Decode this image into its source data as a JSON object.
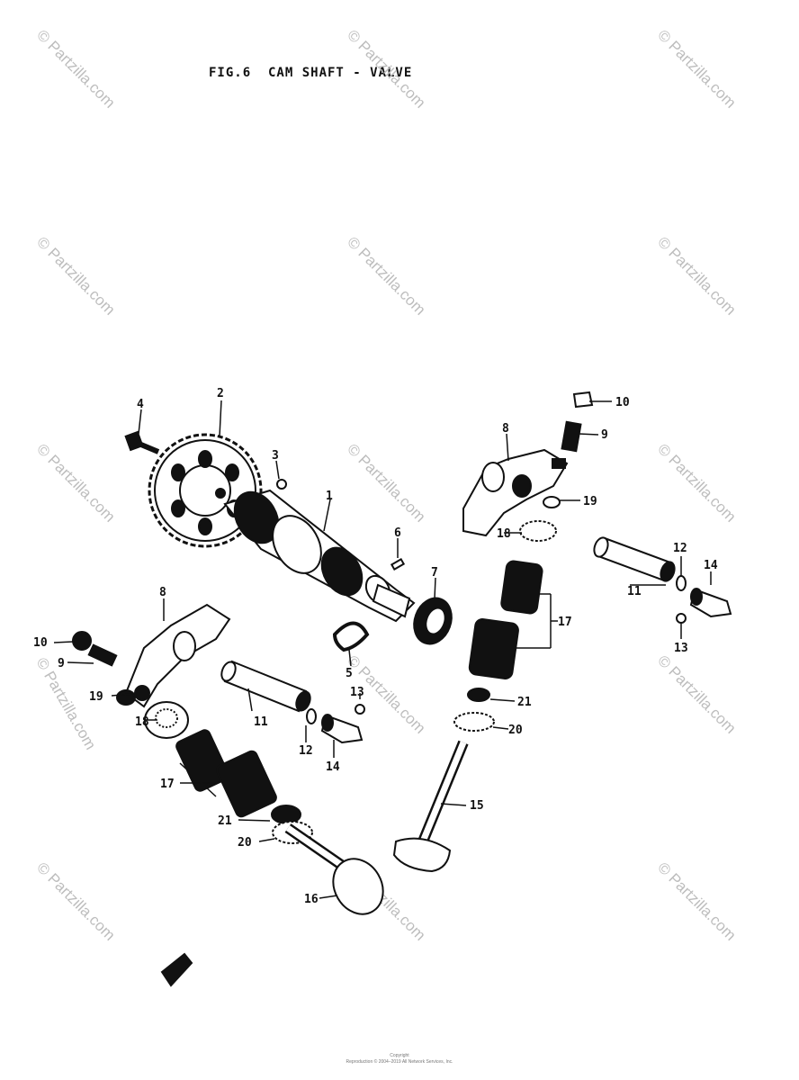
{
  "figure_title": "FIG.6  CAM SHAFT - VALVE",
  "watermark_text": "© Partzilla.com",
  "footer": {
    "line1": "Copyright",
    "line2": "Reproduction © 2004–2019 All Network Services, Inc."
  },
  "callouts": [
    {
      "id": "c1",
      "label": "1"
    },
    {
      "id": "c2",
      "label": "2"
    },
    {
      "id": "c3",
      "label": "3"
    },
    {
      "id": "c4",
      "label": "4"
    },
    {
      "id": "c5",
      "label": "5"
    },
    {
      "id": "c6",
      "label": "6"
    },
    {
      "id": "c7",
      "label": "7"
    },
    {
      "id": "c8a",
      "label": "8"
    },
    {
      "id": "c8b",
      "label": "8"
    },
    {
      "id": "c9a",
      "label": "9"
    },
    {
      "id": "c9b",
      "label": "9"
    },
    {
      "id": "c10a",
      "label": "10"
    },
    {
      "id": "c10b",
      "label": "10"
    },
    {
      "id": "c11a",
      "label": "11"
    },
    {
      "id": "c11b",
      "label": "11"
    },
    {
      "id": "c12a",
      "label": "12"
    },
    {
      "id": "c12b",
      "label": "12"
    },
    {
      "id": "c13a",
      "label": "13"
    },
    {
      "id": "c13b",
      "label": "13"
    },
    {
      "id": "c14a",
      "label": "14"
    },
    {
      "id": "c14b",
      "label": "14"
    },
    {
      "id": "c15",
      "label": "15"
    },
    {
      "id": "c16",
      "label": "16"
    },
    {
      "id": "c17a",
      "label": "17"
    },
    {
      "id": "c17b",
      "label": "17"
    },
    {
      "id": "c18a",
      "label": "18"
    },
    {
      "id": "c18b",
      "label": "18"
    },
    {
      "id": "c19a",
      "label": "19"
    },
    {
      "id": "c19b",
      "label": "19"
    },
    {
      "id": "c20a",
      "label": "20"
    },
    {
      "id": "c20b",
      "label": "20"
    },
    {
      "id": "c21a",
      "label": "21"
    },
    {
      "id": "c21b",
      "label": "21"
    }
  ]
}
